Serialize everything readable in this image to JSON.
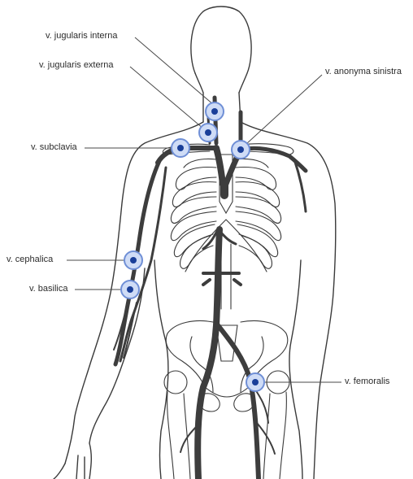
{
  "labels": {
    "jugularis_interna": "v. jugularis interna",
    "jugularis_externa": "v. jugularis externa",
    "subclavia": "v. subclavia",
    "anonyma_sinistra": "v. anonyma sinistra",
    "cephalica": "v. cephalica",
    "basilica": "v. basilica",
    "femoralis": "v. femoralis"
  },
  "colors": {
    "outline": "#3a3a3a",
    "vein": "#3d3d3d",
    "marker_ring": "#6f8fd6",
    "marker_fill": "#cfdcf6",
    "marker_dot": "#1a3f99",
    "leader_line": "#4a4a4a"
  },
  "icons": {
    "access_marker": "target-circle-icon"
  }
}
